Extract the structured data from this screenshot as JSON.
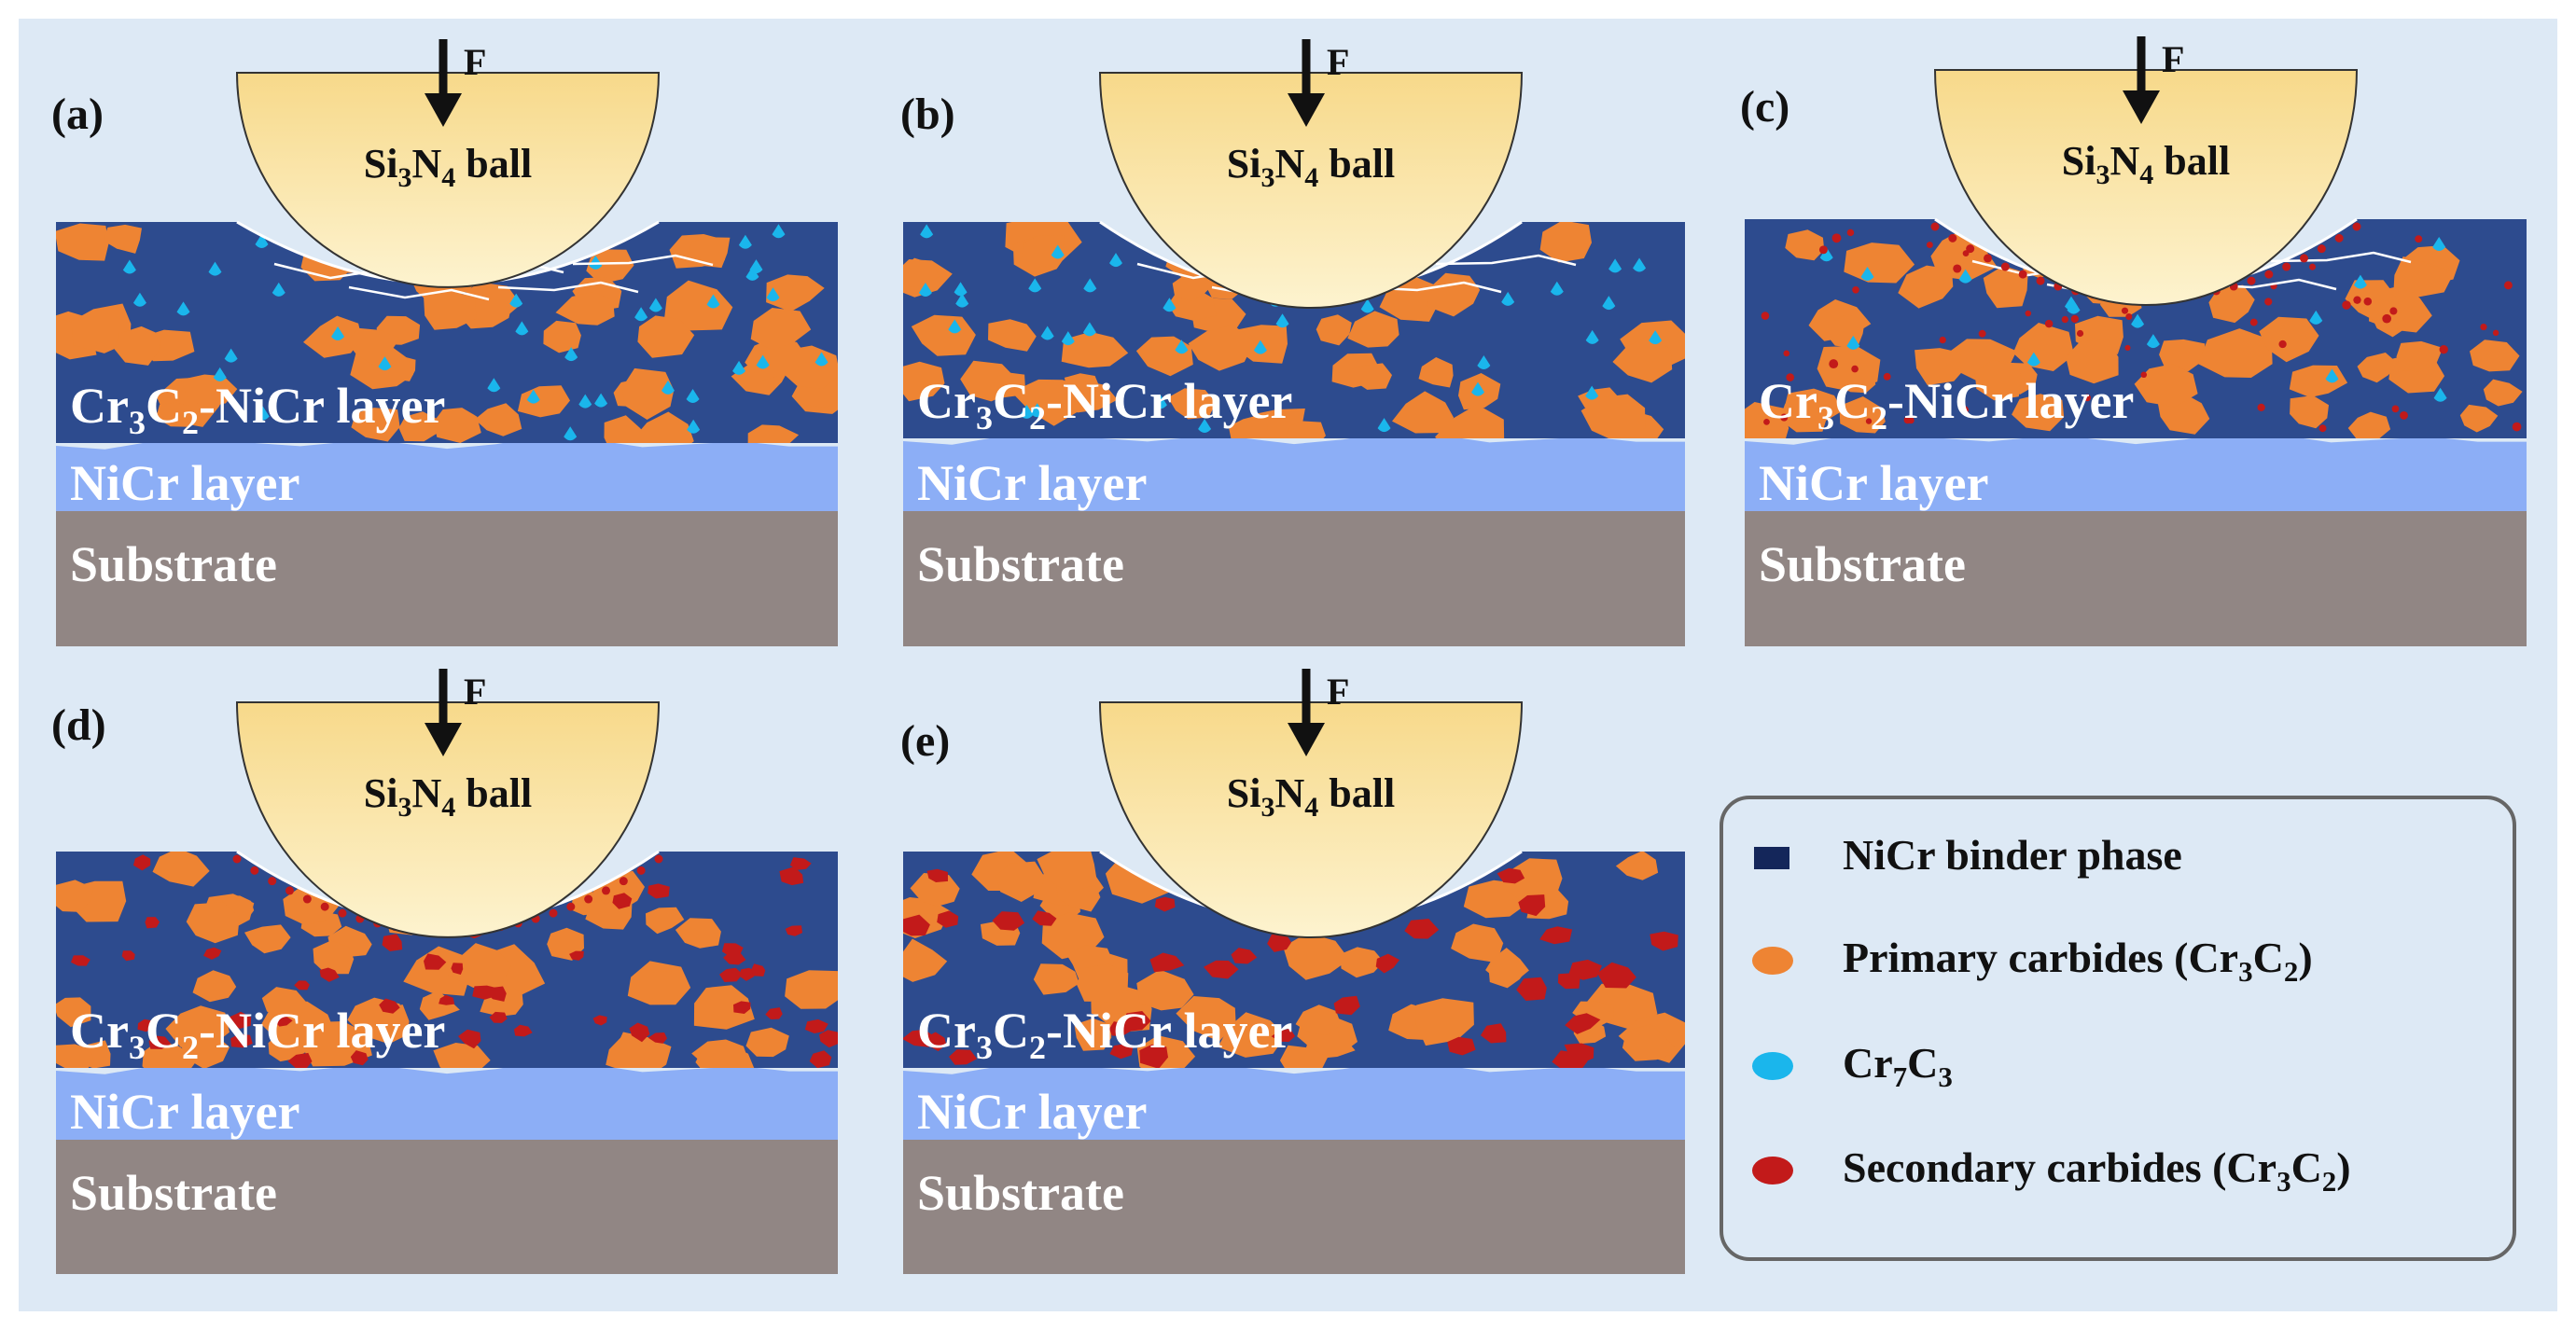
{
  "panels": [
    {
      "label": "(a)",
      "force": "F",
      "ball": {
        "main": "Si",
        "s1": "3",
        "mid": "N",
        "s2": "4",
        "tail": " ball"
      },
      "layer": {
        "a": "Cr",
        "a1": "3",
        "b": "C",
        "b1": "2",
        "rest": "-NiCr layer"
      },
      "nicr": "NiCr layer",
      "substrate": "Substrate"
    },
    {
      "label": "(b)",
      "force": "F",
      "ball": {
        "main": "Si",
        "s1": "3",
        "mid": "N",
        "s2": "4",
        "tail": " ball"
      },
      "layer": {
        "a": "Cr",
        "a1": "3",
        "b": "C",
        "b1": "2",
        "rest": "-NiCr layer"
      },
      "nicr": "NiCr layer",
      "substrate": "Substrate"
    },
    {
      "label": "(c)",
      "force": "F",
      "ball": {
        "main": "Si",
        "s1": "3",
        "mid": "N",
        "s2": "4",
        "tail": " ball"
      },
      "layer": {
        "a": "Cr",
        "a1": "3",
        "b": "C",
        "b1": "2",
        "rest": "-NiCr layer"
      },
      "nicr": "NiCr layer",
      "substrate": "Substrate"
    },
    {
      "label": "(d)",
      "force": "F",
      "ball": {
        "main": "Si",
        "s1": "3",
        "mid": "N",
        "s2": "4",
        "tail": " ball"
      },
      "layer": {
        "a": "Cr",
        "a1": "3",
        "b": "C",
        "b1": "2",
        "rest": "-NiCr layer"
      },
      "nicr": "NiCr layer",
      "substrate": "Substrate"
    },
    {
      "label": "(e)",
      "force": "F",
      "ball": {
        "main": "Si",
        "s1": "3",
        "mid": "N",
        "s2": "4",
        "tail": " ball"
      },
      "layer": {
        "a": "Cr",
        "a1": "3",
        "b": "C",
        "b1": "2",
        "rest": "-NiCr layer"
      },
      "nicr": "NiCr layer",
      "substrate": "Substrate"
    }
  ],
  "legend": {
    "items": [
      {
        "name": "binder",
        "text": "NiCr binder phase",
        "sub": []
      },
      {
        "name": "primary",
        "text": "Primary carbides (Cr",
        "sub": [
          "3",
          "C",
          "2"
        ],
        "close": ")"
      },
      {
        "name": "cr7c3",
        "text": "Cr",
        "sub": [
          "7",
          "C",
          "3"
        ],
        "close": ""
      },
      {
        "name": "secondary",
        "text": "Secondary carbides (Cr",
        "sub": [
          "3",
          "C",
          "2"
        ],
        "close": ")"
      }
    ]
  },
  "colors": {
    "background": "#dde9f5",
    "binder": "#2d4b8e",
    "binder_dark": "#14265a",
    "primary_carbide": "#ee8433",
    "cr7c3": "#1ab6ec",
    "secondary_carbide": "#c21a1a",
    "nicr_layer": "#8caef6",
    "substrate": "#918684",
    "ball": "#f7d98a",
    "ball_light": "#fdf3cf",
    "crack": "#ffffff"
  }
}
